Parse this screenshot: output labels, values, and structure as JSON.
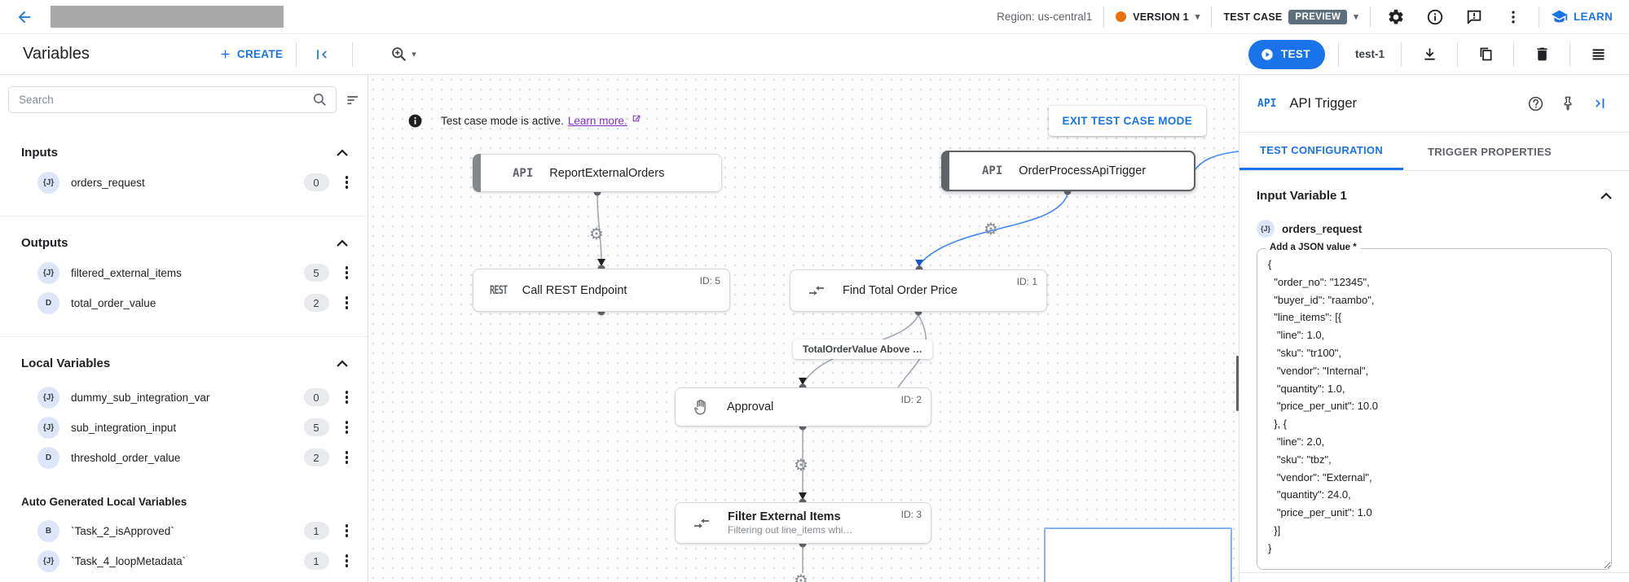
{
  "topbar": {
    "region_label": "Region: us-central1",
    "version_label": "VERSION 1",
    "test_case_label": "TEST CASE",
    "preview_badge": "PREVIEW",
    "learn_label": "LEARN"
  },
  "toolbar": {
    "title": "Variables",
    "create_label": "CREATE",
    "test_button_label": "TEST",
    "test_case_name": "test-1"
  },
  "sidebar": {
    "search_placeholder": "Search",
    "sections": [
      {
        "title": "Inputs",
        "rows": [
          {
            "icon_label": "{J}",
            "name": "orders_request",
            "count": "0"
          }
        ]
      },
      {
        "title": "Outputs",
        "rows": [
          {
            "icon_label": "{J}",
            "name": "filtered_external_items",
            "count": "5"
          },
          {
            "icon_label": "D",
            "name": "total_order_value",
            "count": "2"
          }
        ]
      },
      {
        "title": "Local Variables",
        "rows": [
          {
            "icon_label": "{J}",
            "name": "dummy_sub_integration_var",
            "count": "0"
          },
          {
            "icon_label": "{J}",
            "name": "sub_integration_input",
            "count": "5"
          },
          {
            "icon_label": "D",
            "name": "threshold_order_value",
            "count": "2"
          }
        ]
      },
      {
        "title": "Auto Generated Local Variables",
        "rows": [
          {
            "icon_label": "B",
            "name": "`Task_2_isApproved`",
            "count": "1"
          },
          {
            "icon_label": "{J}",
            "name": "`Task_4_loopMetadata`",
            "count": "1"
          }
        ]
      }
    ]
  },
  "canvas": {
    "banner": {
      "message": "Test case mode is active.",
      "link_label": "Learn more.",
      "exit_button": "EXIT TEST CASE MODE"
    },
    "edge_label": "TotalOrderValue Above …",
    "nodes": [
      {
        "type_label": "API",
        "name": "ReportExternalOrders"
      },
      {
        "type_label": "API",
        "name": "OrderProcessApiTrigger"
      },
      {
        "type_label": "REST",
        "name": "Call REST Endpoint",
        "id_label": "ID: 5"
      },
      {
        "name": "Find Total Order Price",
        "id_label": "ID: 1"
      },
      {
        "name": "Approval",
        "id_label": "ID: 2"
      },
      {
        "name": "Filter External Items",
        "subtitle": "Filtering out line_items whi…",
        "id_label": "ID: 3"
      }
    ]
  },
  "rightpanel": {
    "type_label": "API",
    "title": "API Trigger",
    "tabs": [
      {
        "label": "TEST CONFIGURATION"
      },
      {
        "label": "TRIGGER PROPERTIES"
      }
    ],
    "section_title": "Input Variable 1",
    "variable": {
      "icon_label": "{J}",
      "name": "orders_request"
    },
    "field_label": "Add a JSON value *",
    "json_value": "{\n  \"order_no\": \"12345\",\n  \"buyer_id\": \"raambo\",\n  \"line_items\": [{\n   \"line\": 1.0,\n   \"sku\": \"tr100\",\n   \"vendor\": \"Internal\",\n   \"quantity\": 1.0,\n   \"price_per_unit\": 10.0\n  }, {\n   \"line\": 2.0,\n   \"sku\": \"tbz\",\n   \"vendor\": \"External\",\n   \"quantity\": 24.0,\n   \"price_per_unit\": 1.0\n  }]\n}"
  },
  "icons": {
    "edge_gear": "⚙",
    "caret_down": "▾"
  }
}
